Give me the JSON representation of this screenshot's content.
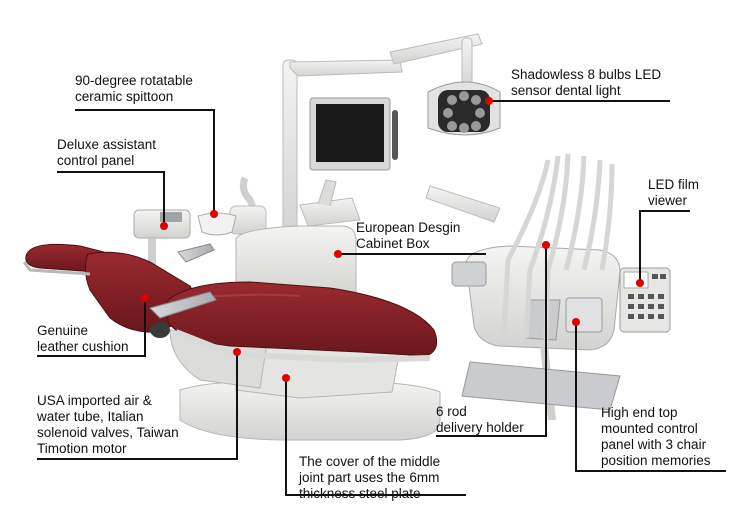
{
  "colors": {
    "leather": "#7d1d22",
    "leather_shadow": "#5a1216",
    "body": "#e8e8e6",
    "body_shadow": "#c9c9c7",
    "metal": "#bfc1c3",
    "dot": "#e00000",
    "line": "#111111"
  },
  "callouts": [
    {
      "id": "spittoon",
      "text": "90-degree rotatable\nceramic spittoon"
    },
    {
      "id": "assistant",
      "text": "Deluxe assistant\ncontrol panel"
    },
    {
      "id": "leather",
      "text": "Genuine\nleather cushion"
    },
    {
      "id": "tube",
      "text": "USA imported air &\nwater tube, Italian\nsolenoid valves, Taiwan\nTimotion motor"
    },
    {
      "id": "light",
      "text": "Shadowless 8 bulbs LED\nsensor dental light"
    },
    {
      "id": "cabinet",
      "text": "European Desgin\nCabinet Box"
    },
    {
      "id": "film",
      "text": "LED film\nviewer"
    },
    {
      "id": "rod",
      "text": "6 rod\ndelivery holder"
    },
    {
      "id": "control",
      "text": "High end top\nmounted control\npanel with 3 chair\nposition memories"
    },
    {
      "id": "cover",
      "text": "The cover of the middle\njoint part uses the 6mm\nthickness steel plate"
    }
  ]
}
